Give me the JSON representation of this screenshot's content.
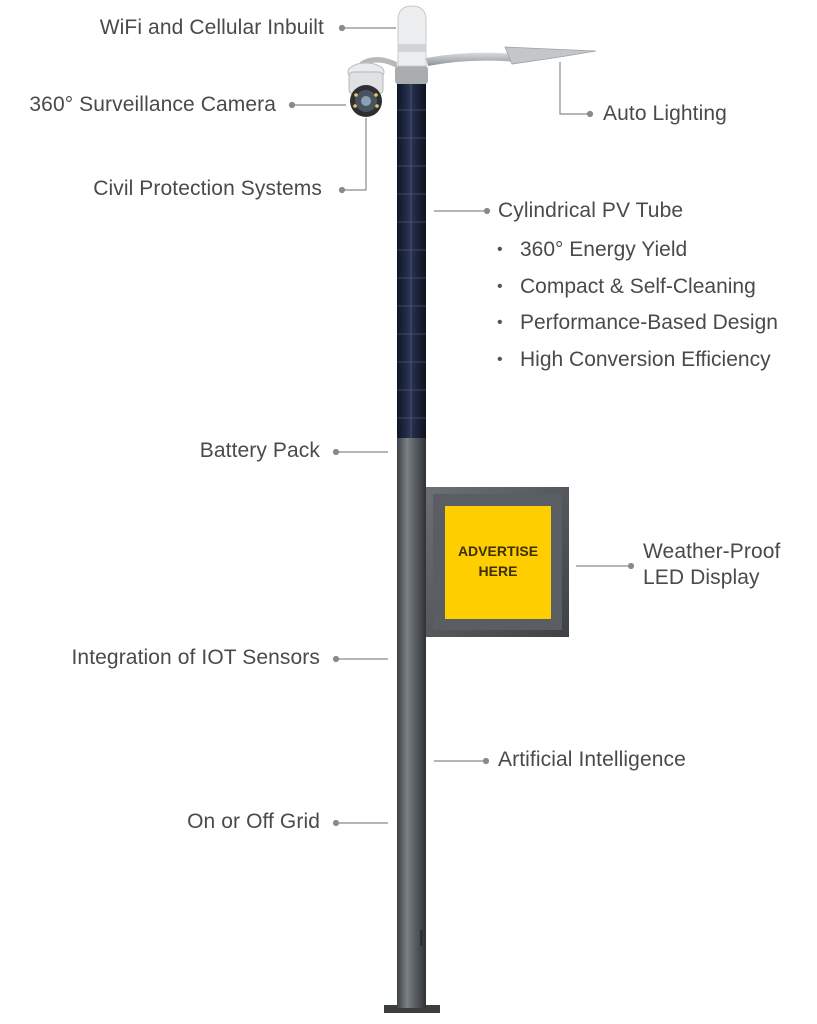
{
  "labels": {
    "wifi": "WiFi and Cellular Inbuilt",
    "camera": "360° Surveillance Camera",
    "civil": "Civil Protection Systems",
    "auto_lighting": "Auto Lighting",
    "pv_tube": "Cylindrical PV Tube",
    "battery": "Battery Pack",
    "led_display_line1": "Weather-Proof",
    "led_display_line2": "LED Display",
    "iot": "Integration of IOT Sensors",
    "ai": "Artificial Intelligence",
    "grid": "On or Off Grid"
  },
  "pv_features": [
    "360° Energy Yield",
    "Compact & Self-Cleaning",
    "Performance-Based Design",
    "High Conversion Efficiency"
  ],
  "bullet_glyph": "•",
  "ad_panel": {
    "line1": "ADVERTISE",
    "line2": "HERE"
  },
  "colors": {
    "label_text": "#4a4a4a",
    "pole": "#5b5f63",
    "solar": "#1c2438",
    "ad_panel": "#ffce00",
    "leader": "#8a8a8a"
  }
}
